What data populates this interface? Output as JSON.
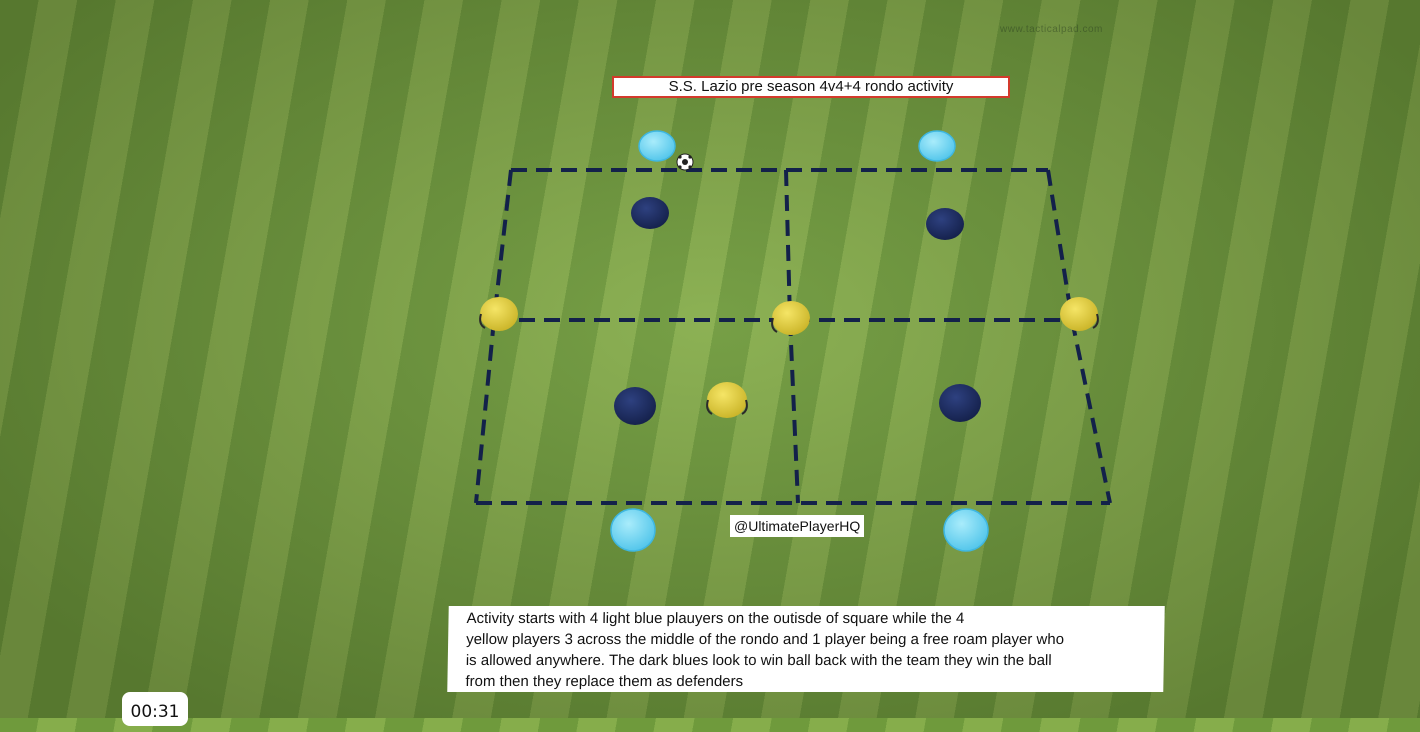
{
  "overlay": {
    "title": "S.S. Lazio pre season 4v4+4 rondo activity",
    "handle": "@UltimatePlayerHQ",
    "description_lines": [
      "Activity starts with 4 light blue plauyers on the outisde of square while the 4",
      "yellow players 3 across the middle of the rondo and 1 player being a free roam player who",
      "is allowed anywhere. The dark blues look to win ball back with the team they win the ball",
      "from then they replace them as defenders"
    ],
    "watermark": "www.tacticalpad.com"
  },
  "player": {
    "time": "00:31"
  },
  "colors": {
    "pitch_light": "#86ad4b",
    "pitch_dark": "#6f9a3c",
    "line": "#13214a",
    "light_blue": "#5fd0f0",
    "dark_blue": "#1b2a5a",
    "yellow": "#e3cf3a",
    "title_border": "#d33a2c"
  }
}
